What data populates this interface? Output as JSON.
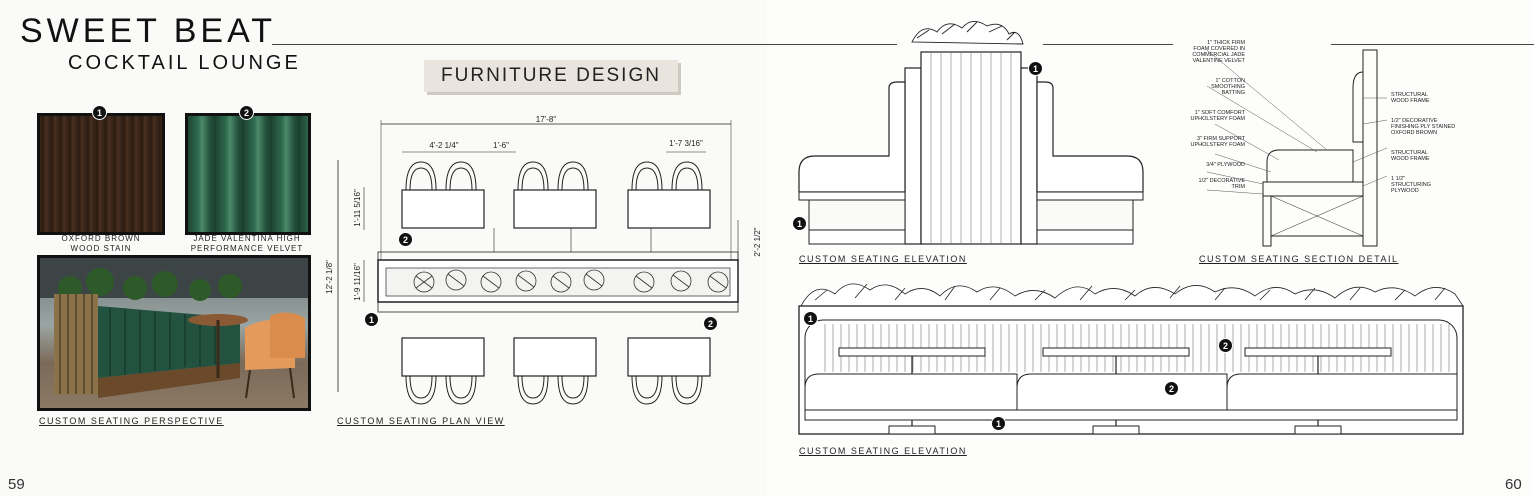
{
  "header": {
    "title": "SWEET BEAT",
    "subtitle": "COCKTAIL LOUNGE",
    "section": "FURNITURE DESIGN"
  },
  "materials": [
    {
      "number": "1",
      "caption_line1": "OXFORD BROWN",
      "caption_line2": "WOOD STAIN",
      "color": "#3a2618"
    },
    {
      "number": "2",
      "caption_line1": "JADE VALENTINA HIGH",
      "caption_line2": "PERFORMANCE VELVET",
      "color": "#2c5a44"
    }
  ],
  "labels": {
    "perspective": "CUSTOM SEATING PERSPECTIVE",
    "plan": "CUSTOM SEATING PLAN VIEW",
    "elevation_top": "CUSTOM SEATING ELEVATION",
    "section_detail": "CUSTOM SEATING SECTION DETAIL",
    "elevation_bottom": "CUSTOM SEATING ELEVATION"
  },
  "plan_dimensions": {
    "overall_width": "17'-8\"",
    "table_width": "4'-2 1/4\"",
    "gap": "1'-6\"",
    "chair_span": "1'-7 3/16\"",
    "overall_depth": "12'-2 1/8\"",
    "table_depth": "1'-11 5/16\"",
    "bench_depth": "1'-9 11/16\"",
    "side_offset": "2'-2 1/2\""
  },
  "markers": {
    "one": "1",
    "two": "2"
  },
  "section_notes": {
    "left": [
      "1\" THICK FIRM",
      "FOAM COVERED IN",
      "COMMERCIAL JADE",
      "VALENTINE VELVET",
      "1\" COTTON",
      "SMOOTHING",
      "BATTING",
      "1\" SOFT COMFORT",
      "UPHOLSTERY FOAM",
      "3\" FIRM SUPPORT",
      "UPHOLSTERY FOAM",
      "3/4\" PLYWOOD",
      "1/2\" DECORATIVE",
      "TRIM"
    ],
    "right": [
      "STRUCTURAL",
      "WOOD FRAME",
      "1/2\" DECORATIVE",
      "FINISHING PLY STAINED",
      "OXFORD BROWN",
      "STRUCTURAL",
      "WOOD FRAME",
      "1 1/2\"",
      "STRUCTURING",
      "PLYWOOD"
    ]
  },
  "page_numbers": {
    "left": "59",
    "right": "60"
  }
}
